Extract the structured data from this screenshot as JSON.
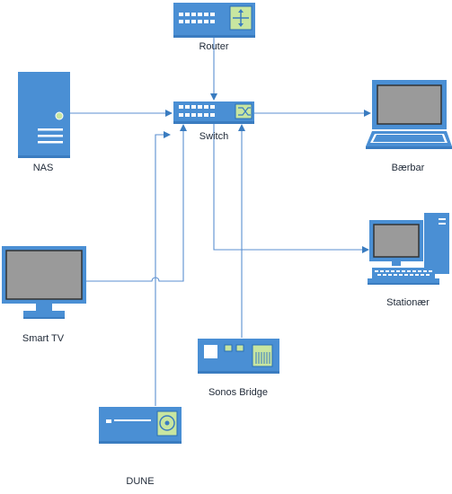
{
  "nodes": {
    "router": "Router",
    "switch": "Switch",
    "nas": "NAS",
    "laptop": "Bærbar",
    "smart_tv": "Smart TV",
    "desktop": "Stationær",
    "sonos_bridge": "Sonos Bridge",
    "dune": "DUNE"
  },
  "colors": {
    "device_blue": "#4a8fd4",
    "wire_blue": "#5b8fd0",
    "screen_gray": "#9a9a9a",
    "port_green": "#c8e6a0"
  }
}
